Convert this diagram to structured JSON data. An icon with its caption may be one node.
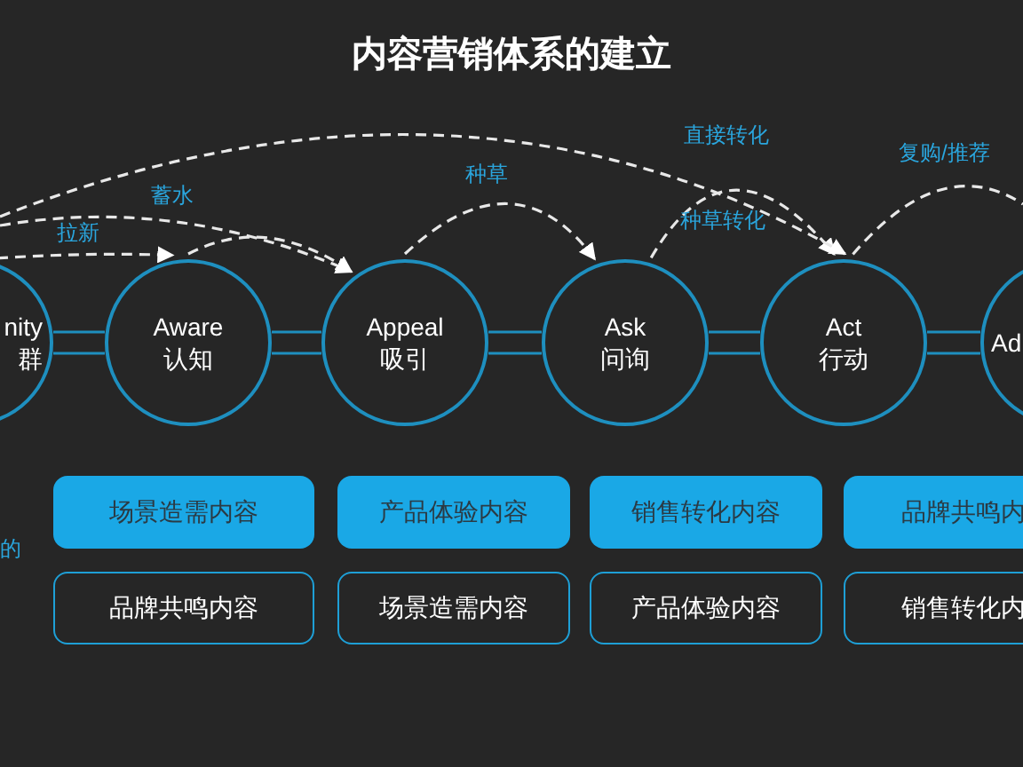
{
  "diagram": {
    "title": "内容营销体系的建立",
    "nodes": [
      {
        "text": [
          "nity",
          "群"
        ]
      },
      {
        "text": [
          "Aware",
          "认知"
        ]
      },
      {
        "text": [
          "Appeal",
          "吸引"
        ]
      },
      {
        "text": [
          "Ask",
          "问询"
        ]
      },
      {
        "text": [
          "Act",
          "行动"
        ]
      },
      {
        "text": [
          "Ad"
        ]
      },
      {
        "text": [
          "场景造需内容"
        ]
      },
      {
        "text": [
          "产品体验内容"
        ]
      },
      {
        "text": [
          "销售转化内容"
        ]
      },
      {
        "text": [
          "品牌共鸣内"
        ]
      },
      {
        "text": [
          "品牌共鸣内容"
        ]
      },
      {
        "text": [
          "场景造需内容"
        ]
      },
      {
        "text": [
          "产品体验内容"
        ]
      },
      {
        "text": [
          "销售转化内"
        ]
      }
    ],
    "edges": [
      {
        "from": 0,
        "to": 1,
        "arrow": "none",
        "color": "#1e8fbf"
      },
      {
        "from": 1,
        "to": 2,
        "arrow": "none",
        "color": "#1e8fbf"
      },
      {
        "from": 2,
        "to": 3,
        "arrow": "none",
        "color": "#1e8fbf"
      },
      {
        "from": 3,
        "to": 4,
        "arrow": "none",
        "color": "#1e8fbf"
      },
      {
        "from": 4,
        "to": 5,
        "arrow": "none",
        "color": "#1e8fbf"
      },
      {
        "from": 0,
        "to": 1,
        "arrow": "to",
        "label": "拉新",
        "style": "dashed"
      },
      {
        "from": null,
        "to": 2,
        "arrow": "to",
        "label": "蓄水",
        "style": "dashed"
      },
      {
        "from": 1,
        "to": 2,
        "arrow": "to",
        "style": "dashed"
      },
      {
        "from": 2,
        "to": 3,
        "arrow": "to",
        "label": "种草",
        "style": "dashed"
      },
      {
        "from": 3,
        "to": 4,
        "arrow": "to",
        "label": "种草转化",
        "style": "dashed"
      },
      {
        "from": null,
        "to": 4,
        "arrow": "to",
        "label": "直接转化",
        "style": "dashed"
      },
      {
        "from": 4,
        "to": null,
        "arrow": "none",
        "label": "复购/推荐",
        "style": "dashed"
      }
    ],
    "labels": [
      "的"
    ]
  }
}
